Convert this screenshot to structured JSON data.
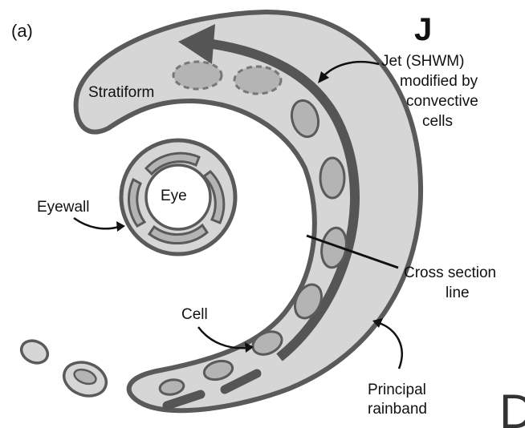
{
  "panel_label": "(a)",
  "jet_symbol": "J",
  "labels": {
    "stratiform": "Stratiform",
    "eyewall": "Eyewall",
    "eye": "Eye",
    "cell": "Cell",
    "jet": [
      "Jet (SHWM)",
      "modified by",
      "convective",
      "cells"
    ],
    "cross_section": [
      "Cross section",
      "line"
    ],
    "principal_rainband": [
      "Principal",
      "rainband"
    ],
    "corner_glyph": "D"
  },
  "colors": {
    "band_fill": "#d6d6d6",
    "cell_fill": "#b4b4b4",
    "outline": "#5a5a5a",
    "jet_stroke": "#555555",
    "ink": "#111111"
  }
}
